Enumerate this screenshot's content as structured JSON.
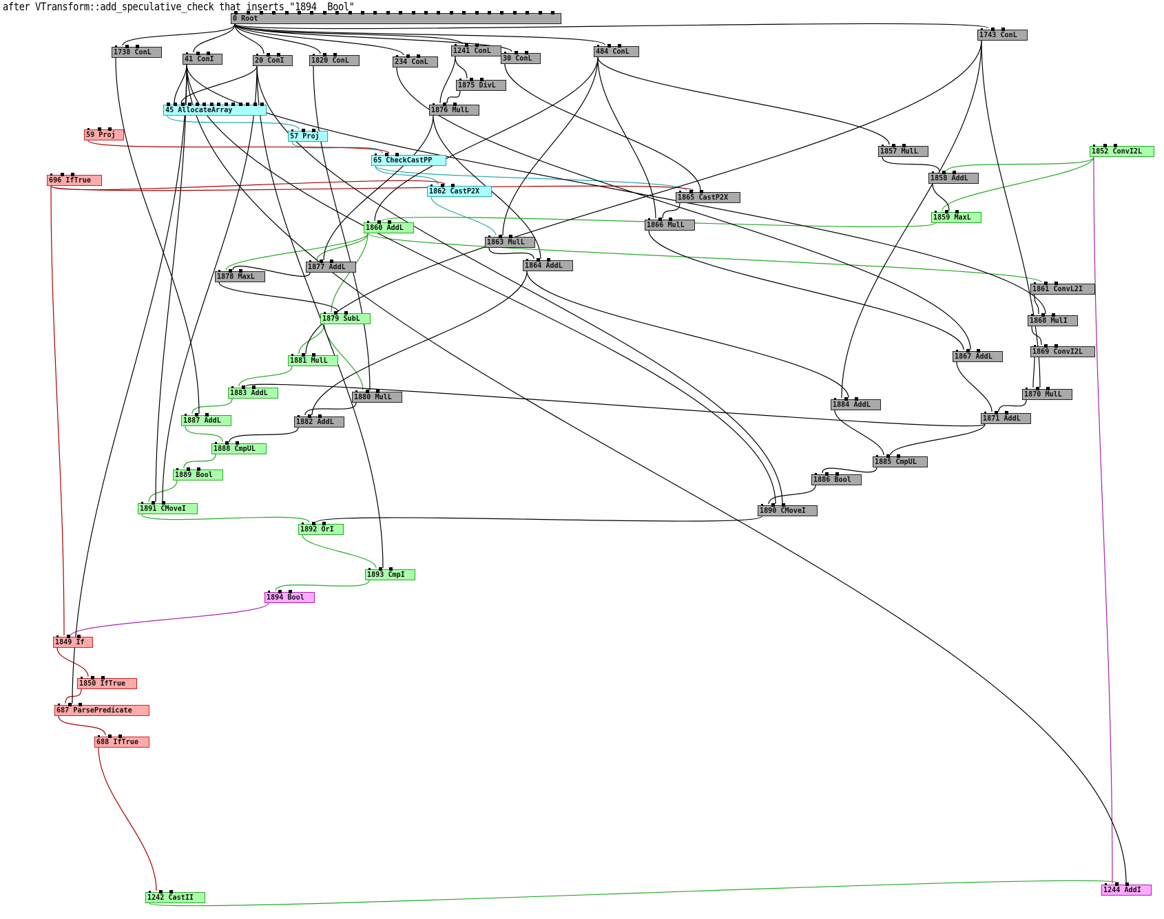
{
  "title": "after VTransform::add_speculative_check that inserts \"1894  Bool\"",
  "colors": {
    "gray": "#a9a9a9",
    "green": "#aaffaa",
    "cyan": "#aaffff",
    "red": "#ffaaaa",
    "pink": "#ffaaff",
    "edge_black": "#000000",
    "edge_green": "#22aa22",
    "edge_cyan": "#22aaaa",
    "edge_red": "#aa0000",
    "edge_purple": "#aa22aa"
  },
  "nodes": [
    {
      "id": "0",
      "label": "0 Root",
      "kind": "gray"
    },
    {
      "id": "1738",
      "label": "1738 ConL",
      "kind": "gray"
    },
    {
      "id": "41",
      "label": "41 ConI",
      "kind": "gray"
    },
    {
      "id": "20",
      "label": "20 ConI",
      "kind": "gray"
    },
    {
      "id": "1820",
      "label": "1820 ConL",
      "kind": "gray"
    },
    {
      "id": "234",
      "label": "234 ConL",
      "kind": "gray"
    },
    {
      "id": "1241",
      "label": "1241 ConL",
      "kind": "gray"
    },
    {
      "id": "30",
      "label": "30 ConL",
      "kind": "gray"
    },
    {
      "id": "484",
      "label": "484 ConL",
      "kind": "gray"
    },
    {
      "id": "1743",
      "label": "1743 ConL",
      "kind": "gray"
    },
    {
      "id": "1875",
      "label": "1875 DivL",
      "kind": "gray"
    },
    {
      "id": "45",
      "label": "45 AllocateArray",
      "kind": "cyan"
    },
    {
      "id": "1876",
      "label": "1876 MulL",
      "kind": "gray"
    },
    {
      "id": "59",
      "label": "59 Proj",
      "kind": "red"
    },
    {
      "id": "57",
      "label": "57 Proj",
      "kind": "cyan"
    },
    {
      "id": "65",
      "label": "65 CheckCastPP",
      "kind": "cyan"
    },
    {
      "id": "1857",
      "label": "1857 MulL",
      "kind": "gray"
    },
    {
      "id": "1852",
      "label": "1852 ConvI2L",
      "kind": "green"
    },
    {
      "id": "696",
      "label": "696 IfTrue",
      "kind": "red"
    },
    {
      "id": "1858",
      "label": "1858 AddL",
      "kind": "gray"
    },
    {
      "id": "1862",
      "label": "1862 CastP2X",
      "kind": "cyan"
    },
    {
      "id": "1865",
      "label": "1865 CastP2X",
      "kind": "gray"
    },
    {
      "id": "1859",
      "label": "1859 MaxL",
      "kind": "green"
    },
    {
      "id": "1866",
      "label": "1866 MulL",
      "kind": "gray"
    },
    {
      "id": "1860",
      "label": "1860 AddL",
      "kind": "green"
    },
    {
      "id": "1863",
      "label": "1863 MulL",
      "kind": "gray"
    },
    {
      "id": "1877",
      "label": "1877 AddL",
      "kind": "gray"
    },
    {
      "id": "1864",
      "label": "1864 AddL",
      "kind": "gray"
    },
    {
      "id": "1878",
      "label": "1878 MaxL",
      "kind": "gray"
    },
    {
      "id": "1861",
      "label": "1861 ConvL2I",
      "kind": "gray"
    },
    {
      "id": "1879",
      "label": "1879 SubL",
      "kind": "green"
    },
    {
      "id": "1868",
      "label": "1868 MulI",
      "kind": "gray"
    },
    {
      "id": "1869",
      "label": "1869 ConvI2L",
      "kind": "gray"
    },
    {
      "id": "1867",
      "label": "1867 AddL",
      "kind": "gray"
    },
    {
      "id": "1881",
      "label": "1881 MulL",
      "kind": "green"
    },
    {
      "id": "1883",
      "label": "1883 AddL",
      "kind": "green"
    },
    {
      "id": "1870",
      "label": "1870 MulL",
      "kind": "gray"
    },
    {
      "id": "1880",
      "label": "1880 MulL",
      "kind": "gray"
    },
    {
      "id": "1884",
      "label": "1884 AddL",
      "kind": "gray"
    },
    {
      "id": "1887",
      "label": "1887 AddL",
      "kind": "green"
    },
    {
      "id": "1882",
      "label": "1882 AddL",
      "kind": "gray"
    },
    {
      "id": "1871",
      "label": "1871 AddL",
      "kind": "gray"
    },
    {
      "id": "1888",
      "label": "1888 CmpUL",
      "kind": "green"
    },
    {
      "id": "1885",
      "label": "1885 CmpUL",
      "kind": "gray"
    },
    {
      "id": "1889",
      "label": "1889 Bool",
      "kind": "green"
    },
    {
      "id": "1886",
      "label": "1886 Bool",
      "kind": "gray"
    },
    {
      "id": "1891",
      "label": "1891 CMoveI",
      "kind": "green"
    },
    {
      "id": "1890",
      "label": "1890 CMoveI",
      "kind": "gray"
    },
    {
      "id": "1892",
      "label": "1892 OrI",
      "kind": "green"
    },
    {
      "id": "1893",
      "label": "1893 CmpI",
      "kind": "green"
    },
    {
      "id": "1894",
      "label": "1894 Bool",
      "kind": "pink"
    },
    {
      "id": "1849",
      "label": "1849 If",
      "kind": "red"
    },
    {
      "id": "1850",
      "label": "1850 IfTrue",
      "kind": "red"
    },
    {
      "id": "687",
      "label": "687 ParsePredicate",
      "kind": "red"
    },
    {
      "id": "688",
      "label": "688 IfTrue",
      "kind": "red"
    },
    {
      "id": "1242",
      "label": "1242 CastII",
      "kind": "green"
    },
    {
      "id": "1244",
      "label": "1244 AddI",
      "kind": "pink"
    }
  ],
  "edges": [
    {
      "from": "0",
      "to": "1738",
      "color": "edge_black"
    },
    {
      "from": "0",
      "to": "41",
      "color": "edge_black"
    },
    {
      "from": "0",
      "to": "20",
      "color": "edge_black"
    },
    {
      "from": "0",
      "to": "1820",
      "color": "edge_black"
    },
    {
      "from": "0",
      "to": "234",
      "color": "edge_black"
    },
    {
      "from": "0",
      "to": "1241",
      "color": "edge_black"
    },
    {
      "from": "0",
      "to": "30",
      "color": "edge_black"
    },
    {
      "from": "0",
      "to": "484",
      "color": "edge_black"
    },
    {
      "from": "0",
      "to": "1743",
      "color": "edge_black"
    },
    {
      "from": "1241",
      "to": "1875",
      "color": "edge_black"
    },
    {
      "from": "1241",
      "to": "1876",
      "color": "edge_black"
    },
    {
      "from": "1875",
      "to": "1876",
      "color": "edge_black"
    },
    {
      "from": "41",
      "to": "45",
      "color": "edge_black"
    },
    {
      "from": "20",
      "to": "45",
      "color": "edge_black"
    },
    {
      "from": "45",
      "to": "57",
      "color": "edge_cyan"
    },
    {
      "from": "57",
      "to": "65",
      "color": "edge_cyan"
    },
    {
      "from": "59",
      "to": "65",
      "color": "edge_red"
    },
    {
      "from": "65",
      "to": "1862",
      "color": "edge_cyan"
    },
    {
      "from": "65",
      "to": "1865",
      "color": "edge_cyan"
    },
    {
      "from": "696",
      "to": "1862",
      "color": "edge_red"
    },
    {
      "from": "696",
      "to": "1865",
      "color": "edge_red"
    },
    {
      "from": "696",
      "to": "1849",
      "color": "edge_red"
    },
    {
      "from": "1862",
      "to": "1863",
      "color": "edge_cyan"
    },
    {
      "from": "484",
      "to": "1863",
      "color": "edge_black"
    },
    {
      "from": "484",
      "to": "1866",
      "color": "edge_black"
    },
    {
      "from": "484",
      "to": "1857",
      "color": "edge_black"
    },
    {
      "from": "484",
      "to": "1860",
      "color": "edge_black"
    },
    {
      "from": "1865",
      "to": "1866",
      "color": "edge_black"
    },
    {
      "from": "1863",
      "to": "1864",
      "color": "edge_black"
    },
    {
      "from": "1876",
      "to": "1864",
      "color": "edge_black"
    },
    {
      "from": "1857",
      "to": "1858",
      "color": "edge_black"
    },
    {
      "from": "1852",
      "to": "1858",
      "color": "edge_green"
    },
    {
      "from": "1852",
      "to": "1859",
      "color": "edge_green"
    },
    {
      "from": "1858",
      "to": "1859",
      "color": "edge_black"
    },
    {
      "from": "1859",
      "to": "1860",
      "color": "edge_green"
    },
    {
      "from": "1852",
      "to": "1244",
      "color": "edge_purple"
    },
    {
      "from": "1860",
      "to": "1877",
      "color": "edge_green"
    },
    {
      "from": "1860",
      "to": "1878",
      "color": "edge_green"
    },
    {
      "from": "1860",
      "to": "1879",
      "color": "edge_green"
    },
    {
      "from": "1860",
      "to": "1861",
      "color": "edge_green"
    },
    {
      "from": "1876",
      "to": "1877",
      "color": "edge_black"
    },
    {
      "from": "1877",
      "to": "1878",
      "color": "edge_black"
    },
    {
      "from": "1878",
      "to": "1879",
      "color": "edge_black"
    },
    {
      "from": "1879",
      "to": "1881",
      "color": "edge_green"
    },
    {
      "from": "1879",
      "to": "1880",
      "color": "edge_green"
    },
    {
      "from": "1881",
      "to": "1883",
      "color": "edge_green"
    },
    {
      "from": "1883",
      "to": "1887",
      "color": "edge_green"
    },
    {
      "from": "1887",
      "to": "1888",
      "color": "edge_green"
    },
    {
      "from": "1880",
      "to": "1882",
      "color": "edge_black"
    },
    {
      "from": "1864",
      "to": "1882",
      "color": "edge_black"
    },
    {
      "from": "1882",
      "to": "1888",
      "color": "edge_black"
    },
    {
      "from": "1888",
      "to": "1889",
      "color": "edge_green"
    },
    {
      "from": "1889",
      "to": "1891",
      "color": "edge_green"
    },
    {
      "from": "1891",
      "to": "1892",
      "color": "edge_green"
    },
    {
      "from": "1890",
      "to": "1892",
      "color": "edge_black"
    },
    {
      "from": "1892",
      "to": "1893",
      "color": "edge_green"
    },
    {
      "from": "1893",
      "to": "1894",
      "color": "edge_green"
    },
    {
      "from": "1894",
      "to": "1849",
      "color": "edge_purple"
    },
    {
      "from": "1849",
      "to": "1850",
      "color": "edge_red"
    },
    {
      "from": "1850",
      "to": "687",
      "color": "edge_red"
    },
    {
      "from": "687",
      "to": "688",
      "color": "edge_red"
    },
    {
      "from": "688",
      "to": "1242",
      "color": "edge_red"
    },
    {
      "from": "1242",
      "to": "1244",
      "color": "edge_green"
    },
    {
      "from": "1861",
      "to": "1868",
      "color": "edge_black"
    },
    {
      "from": "1868",
      "to": "1869",
      "color": "edge_black"
    },
    {
      "from": "1869",
      "to": "1870",
      "color": "edge_black"
    },
    {
      "from": "1743",
      "to": "1870",
      "color": "edge_black"
    },
    {
      "from": "1743",
      "to": "1884",
      "color": "edge_black"
    },
    {
      "from": "1743",
      "to": "1881",
      "color": "edge_black"
    },
    {
      "from": "1866",
      "to": "1867",
      "color": "edge_black"
    },
    {
      "from": "1867",
      "to": "1871",
      "color": "edge_black"
    },
    {
      "from": "1870",
      "to": "1871",
      "color": "edge_black"
    },
    {
      "from": "1864",
      "to": "1884",
      "color": "edge_black"
    },
    {
      "from": "1884",
      "to": "1885",
      "color": "edge_black"
    },
    {
      "from": "1871",
      "to": "1885",
      "color": "edge_black"
    },
    {
      "from": "1871",
      "to": "1883",
      "color": "edge_black"
    },
    {
      "from": "1885",
      "to": "1886",
      "color": "edge_black"
    },
    {
      "from": "1886",
      "to": "1890",
      "color": "edge_black"
    },
    {
      "from": "41",
      "to": "1890",
      "color": "edge_black"
    },
    {
      "from": "20",
      "to": "1890",
      "color": "edge_black"
    },
    {
      "from": "41",
      "to": "1891",
      "color": "edge_black"
    },
    {
      "from": "20",
      "to": "1891",
      "color": "edge_black"
    },
    {
      "from": "1738",
      "to": "1887",
      "color": "edge_black"
    },
    {
      "from": "1820",
      "to": "1880",
      "color": "edge_black"
    },
    {
      "from": "20",
      "to": "1893",
      "color": "edge_black"
    },
    {
      "from": "41",
      "to": "687",
      "color": "edge_black"
    },
    {
      "from": "234",
      "to": "1867",
      "color": "edge_black"
    },
    {
      "from": "30",
      "to": "1865",
      "color": "edge_black"
    },
    {
      "from": "41",
      "to": "1868",
      "color": "edge_black"
    },
    {
      "from": "41",
      "to": "1244",
      "color": "edge_black"
    }
  ]
}
